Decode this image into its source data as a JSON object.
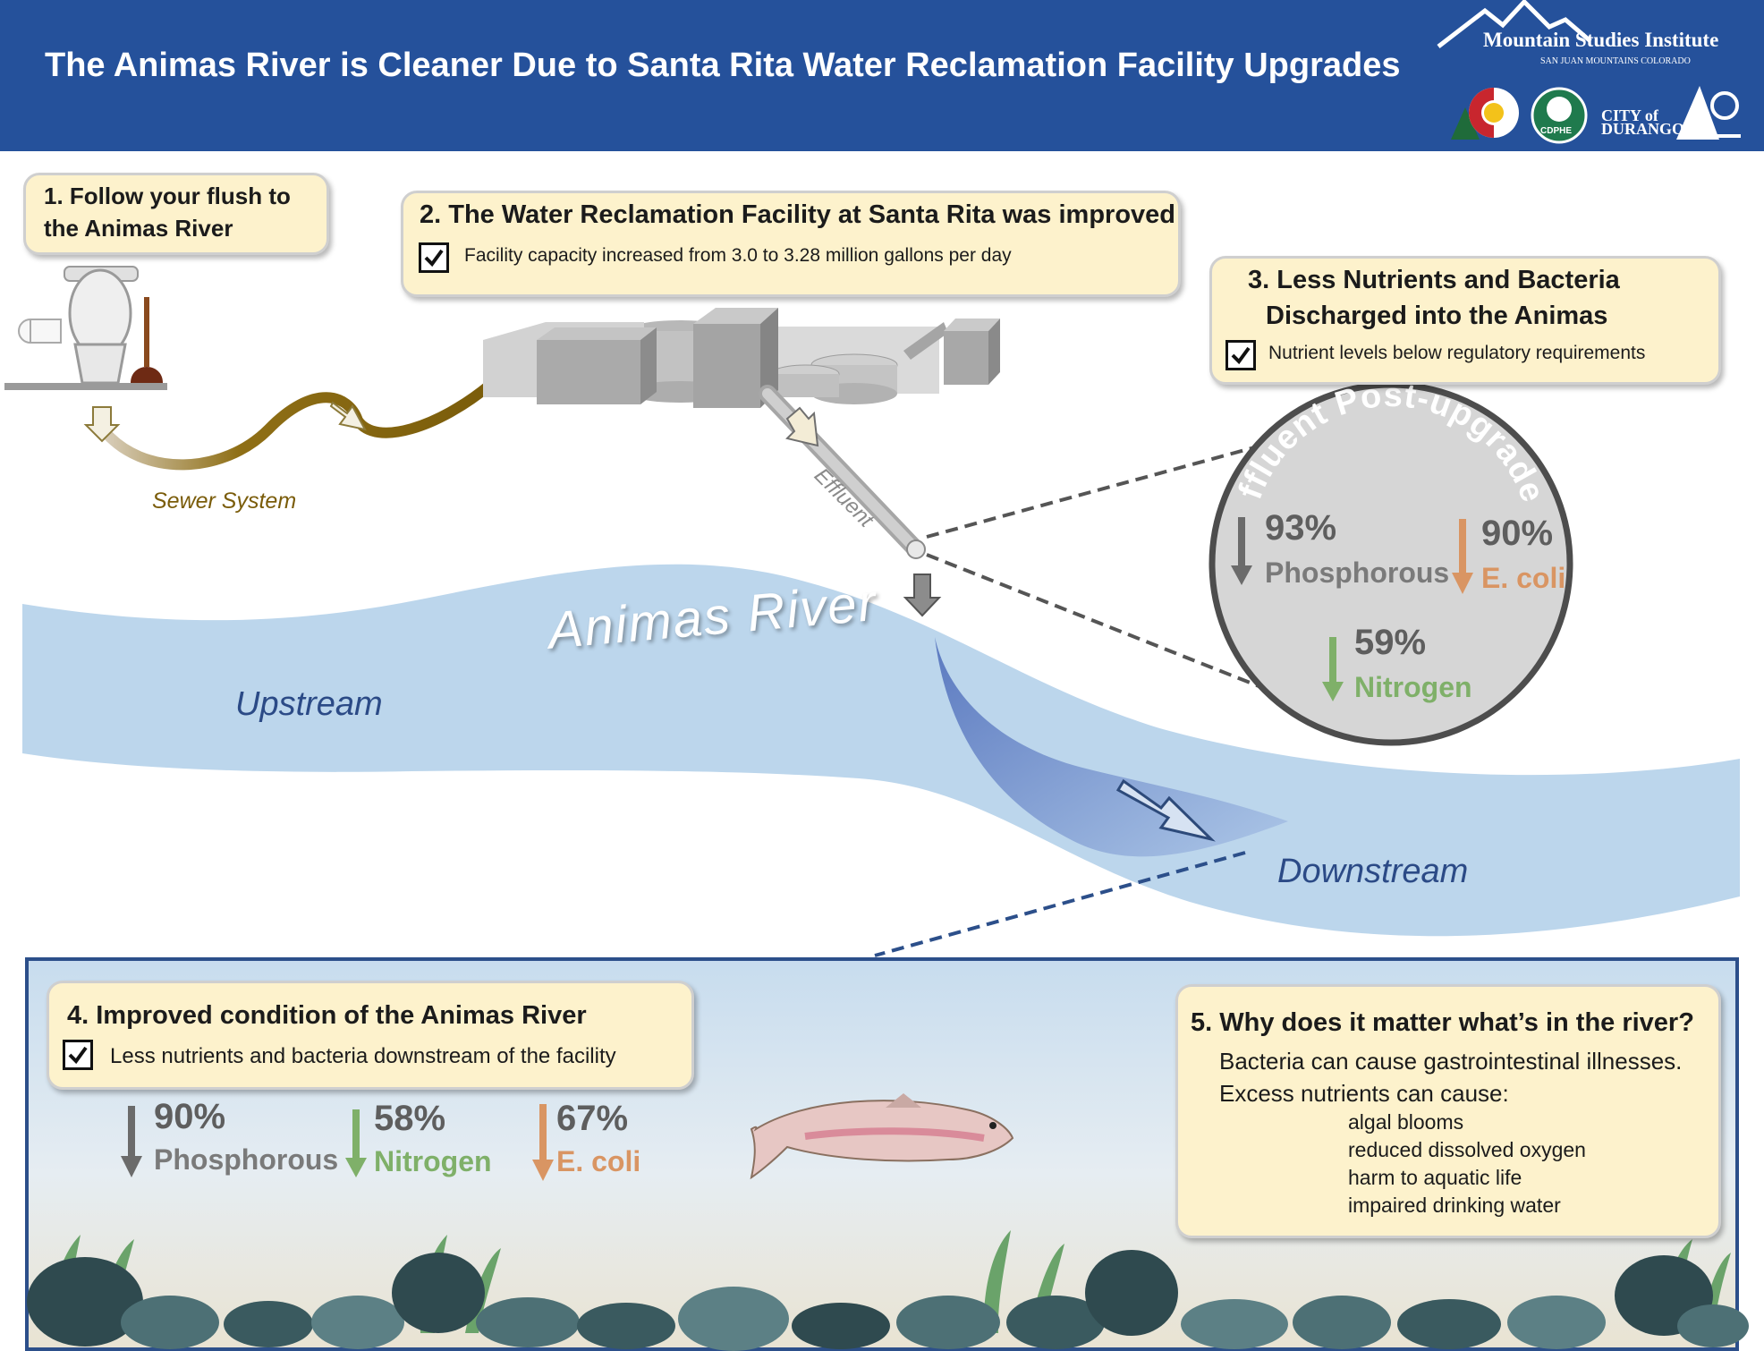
{
  "header": {
    "title": "The Animas River is Cleaner Due to Santa Rita Water Reclamation Facility Upgrades",
    "logo_msi_name": "Mountain Studies Institute",
    "logo_msi_sub": "SAN JUAN MOUNTAINS COLORADO",
    "logo_cdphe": "CDPHE",
    "logo_durango_line1": "CITY of",
    "logo_durango_line2": "DURANGO"
  },
  "step1": {
    "title_line1": "1. Follow your flush to",
    "title_line2": "the Animas River"
  },
  "step2": {
    "title": "2. The Water Reclamation Facility at Santa Rita was improved",
    "text": "Facility capacity increased from 3.0 to 3.28 million gallons per day"
  },
  "step3": {
    "title_line1": "3. Less Nutrients  and Bacteria",
    "title_line2": "Discharged into the Animas",
    "text": "Nutrient levels below regulatory requirements"
  },
  "effluent_circle": {
    "arc_title": "Effluent Post-upgrades",
    "phosphorous": {
      "value": "93%",
      "label": "Phosphorous"
    },
    "ecoli": {
      "value": "90%",
      "label": "E. coli"
    },
    "nitrogen": {
      "value": "59%",
      "label": "Nitrogen"
    }
  },
  "diagram_labels": {
    "sewer": "Sewer System",
    "effluent": "Effluent",
    "river": "Animas River",
    "upstream": "Upstream",
    "downstream": "Downstream"
  },
  "step4": {
    "title": "4. Improved condition of the Animas River",
    "text": "Less nutrients and bacteria downstream of the facility",
    "stats": [
      {
        "value": "90%",
        "label": "Phosphorous"
      },
      {
        "value": "58%",
        "label": "Nitrogen"
      },
      {
        "value": "67%",
        "label": "E. coli"
      }
    ]
  },
  "step5": {
    "title": "5. Why does it matter what’s in the river?",
    "line1": "Bacteria can cause gastrointestinal illnesses.",
    "line2": "Excess nutrients can cause:",
    "bullets": [
      "algal blooms",
      "reduced dissolved  oxygen",
      "harm to aquatic life",
      "impaired drinking water"
    ]
  },
  "colors": {
    "header": "#25519b",
    "box": "#fdf2cc",
    "phosphorous": "#6b6b6b",
    "nitrogen": "#7fb069",
    "ecoli": "#d99563",
    "river": "#bcd6ec",
    "river_dark": "#5f7fc4",
    "sewer": "#7a5c0a"
  }
}
